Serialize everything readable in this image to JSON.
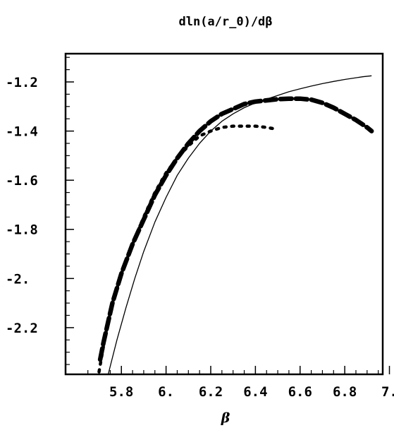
{
  "chart_data": {
    "type": "line",
    "title": "dln(a/r_0)/dβ",
    "xlabel": "β",
    "ylabel": "",
    "xlim": [
      5.55,
      6.97
    ],
    "ylim": [
      -2.39,
      -1.085
    ],
    "x_ticks": [
      5.8,
      6.0,
      6.2,
      6.4,
      6.6,
      6.8,
      7.0
    ],
    "x_tick_labels": [
      "5.8",
      "6.",
      "6.2",
      "6.4",
      "6.6",
      "6.8",
      "7."
    ],
    "y_ticks": [
      -1.2,
      -1.4,
      -1.6,
      -1.8,
      -2.0,
      -2.2
    ],
    "y_tick_labels": [
      "-1.2",
      "-1.4",
      "-1.6",
      "-1.8",
      "-2.",
      "-2.2"
    ],
    "grid": false,
    "legend": "none",
    "series": [
      {
        "style": "solid-thin",
        "color": "#000000",
        "x": [
          5.741,
          5.78,
          5.82,
          5.86,
          5.9,
          5.95,
          6.0,
          6.05,
          6.1,
          6.15,
          6.2,
          6.25,
          6.3,
          6.35,
          6.4,
          6.45,
          6.5,
          6.55,
          6.6,
          6.65,
          6.7,
          6.75,
          6.8,
          6.85,
          6.88,
          6.92
        ],
        "y": [
          -2.39,
          -2.25,
          -2.12,
          -2.0,
          -1.89,
          -1.77,
          -1.67,
          -1.58,
          -1.51,
          -1.45,
          -1.4,
          -1.36,
          -1.33,
          -1.305,
          -1.285,
          -1.27,
          -1.255,
          -1.24,
          -1.228,
          -1.217,
          -1.207,
          -1.198,
          -1.19,
          -1.183,
          -1.179,
          -1.175
        ]
      },
      {
        "style": "dashed-thick",
        "color": "#000000",
        "x": [
          5.705,
          5.72,
          5.74,
          5.76,
          5.8,
          5.85,
          5.9,
          5.95,
          6.0,
          6.05,
          6.1,
          6.15,
          6.2,
          6.25,
          6.3,
          6.35,
          6.4,
          6.45,
          6.5,
          6.55,
          6.6,
          6.65,
          6.7,
          6.75,
          6.8,
          6.85,
          6.9,
          6.92
        ],
        "y": [
          -2.33,
          -2.26,
          -2.18,
          -2.1,
          -1.98,
          -1.86,
          -1.76,
          -1.66,
          -1.58,
          -1.51,
          -1.45,
          -1.4,
          -1.36,
          -1.33,
          -1.31,
          -1.29,
          -1.28,
          -1.275,
          -1.27,
          -1.268,
          -1.268,
          -1.272,
          -1.285,
          -1.305,
          -1.33,
          -1.355,
          -1.385,
          -1.4
        ]
      },
      {
        "style": "dotted-thick",
        "color": "#000000",
        "x": [
          5.7,
          5.715,
          5.735,
          5.76,
          5.8,
          5.85,
          5.9,
          5.95,
          6.0,
          6.05,
          6.1,
          6.15,
          6.2,
          6.25,
          6.3,
          6.35,
          6.4,
          6.45,
          6.48
        ],
        "y": [
          -2.38,
          -2.3,
          -2.2,
          -2.1,
          -1.98,
          -1.86,
          -1.75,
          -1.65,
          -1.57,
          -1.51,
          -1.46,
          -1.42,
          -1.4,
          -1.385,
          -1.38,
          -1.38,
          -1.38,
          -1.385,
          -1.39
        ]
      }
    ]
  }
}
